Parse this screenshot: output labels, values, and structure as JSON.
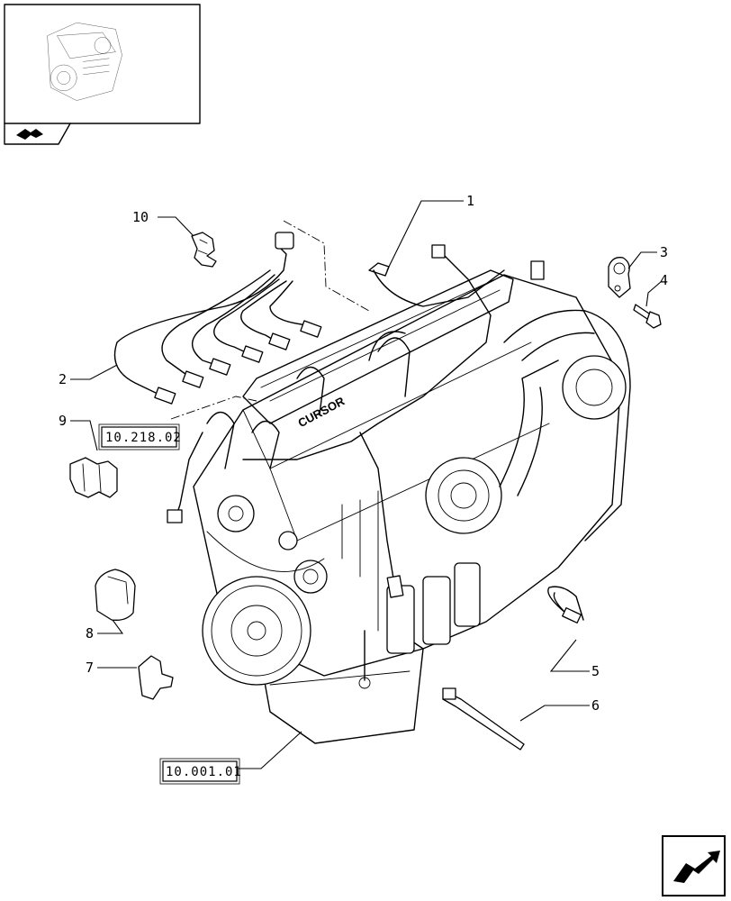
{
  "reference_links": {
    "harness_ref": "10.218.02",
    "engine_ref": "10.001.01"
  },
  "callouts": [
    {
      "id": "1",
      "label": "1"
    },
    {
      "id": "2",
      "label": "2"
    },
    {
      "id": "3",
      "label": "3"
    },
    {
      "id": "4",
      "label": "4"
    },
    {
      "id": "5",
      "label": "5"
    },
    {
      "id": "6",
      "label": "6"
    },
    {
      "id": "7",
      "label": "7"
    },
    {
      "id": "8",
      "label": "8"
    },
    {
      "id": "9",
      "label": "9"
    },
    {
      "id": "10",
      "label": "10"
    }
  ],
  "icons": {
    "thumbnail": "engine-thumbnail-icon",
    "tab": "page-tab-icon",
    "navigation": "next-page-arrow-icon"
  }
}
